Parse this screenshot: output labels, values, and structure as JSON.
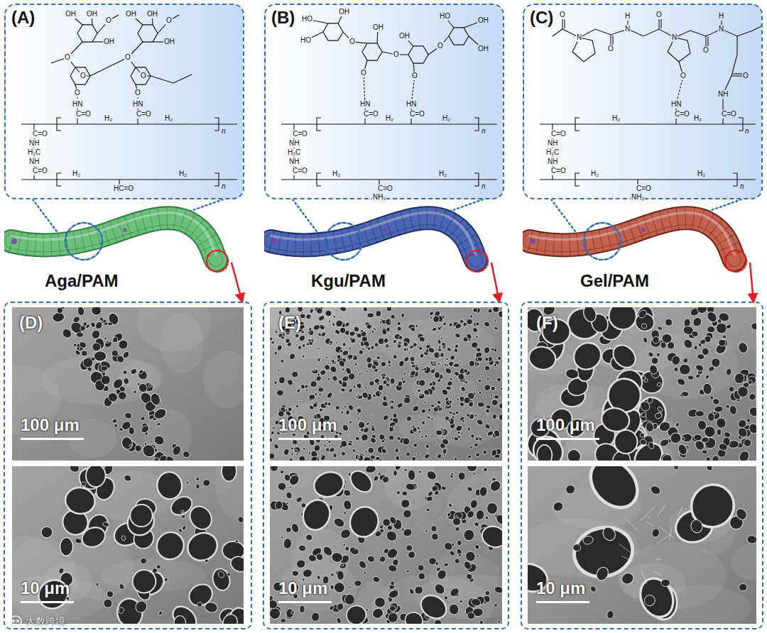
{
  "diagram": {
    "nodes": [
      {
        "text": [
          "(A)"
        ]
      },
      {
        "text": [
          "(B)"
        ]
      },
      {
        "text": [
          "(C)"
        ]
      },
      {
        "text": [
          "Aga/PAM"
        ]
      },
      {
        "text": [
          "Kgu/PAM"
        ]
      },
      {
        "text": [
          "Gel/PAM"
        ]
      },
      {
        "text": [
          "(D)"
        ]
      },
      {
        "text": [
          "100 μm"
        ],
        "in": 6
      },
      {
        "text": [
          "10 μm"
        ],
        "in": 6
      },
      {
        "text": [
          "(E)"
        ]
      },
      {
        "text": [
          "100 μm"
        ],
        "in": 9
      },
      {
        "text": [
          "10 μm"
        ],
        "in": 9
      },
      {
        "text": [
          "(F)"
        ]
      },
      {
        "text": [
          "100 μm"
        ],
        "in": 12
      },
      {
        "text": [
          "10 μm"
        ],
        "in": 12
      }
    ],
    "edges": [
      {
        "from": 3,
        "to": 0,
        "arrow": "none"
      },
      {
        "from": 4,
        "to": 1,
        "arrow": "none"
      },
      {
        "from": 5,
        "to": 2,
        "arrow": "none"
      },
      {
        "from": 3,
        "to": 6,
        "arrow": "to"
      },
      {
        "from": 4,
        "to": 9,
        "arrow": "to"
      },
      {
        "from": 5,
        "to": 12,
        "arrow": "to"
      }
    ],
    "labels": [
      "OH",
      "OH",
      "O",
      "OH",
      "O",
      "O",
      "O",
      "OH",
      "OH",
      "O",
      "OH",
      "O",
      "O",
      "O",
      "HN",
      "C=O",
      "HN",
      "C=O",
      "H₂",
      "H₂",
      "n",
      "C=O",
      "NH",
      "H₂C",
      "NH",
      "C=O",
      "H₂",
      "H₂",
      "n",
      "HC=O",
      "HO",
      "HO",
      "OH",
      "O",
      "OH",
      "O",
      "O",
      "OH",
      "O",
      "O",
      "HO",
      "OH",
      "OH",
      "HN",
      "C=O",
      "HN",
      "C=O",
      "H₂",
      "H₂",
      "n",
      "C=O",
      "NH",
      "H₂C",
      "NH",
      "C=O",
      "H₂",
      "H₂",
      "n",
      "C=O",
      "NH₂",
      "O",
      "N",
      "O",
      "N",
      "H",
      "O",
      "N",
      "O",
      "O",
      "N",
      "H",
      "O",
      "NH",
      "HN",
      "C=O",
      "C=O",
      "H₂",
      "H₂",
      "n",
      "C=O",
      "NH",
      "H₂C",
      "NH",
      "C=O",
      "H₂",
      "H₂",
      "n",
      "C=O",
      "NH₂",
      "大数跨境"
    ]
  }
}
